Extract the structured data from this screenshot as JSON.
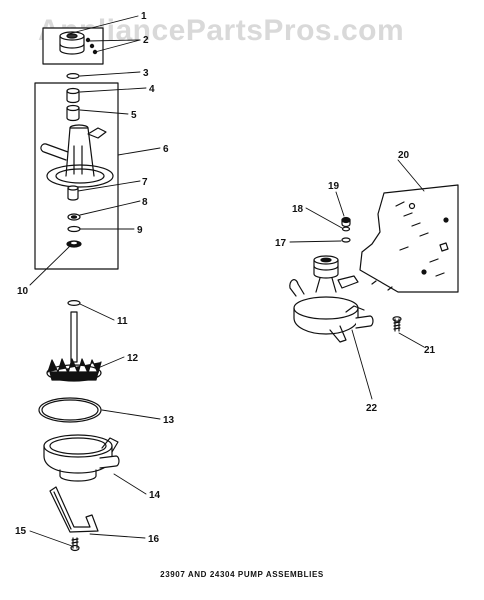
{
  "watermark": "AppliancePartsPros.com",
  "caption": "23907 AND 24304 PUMP ASSEMBLIES",
  "callouts": {
    "c1": "1",
    "c2": "2",
    "c3": "3",
    "c4": "4",
    "c5": "5",
    "c6": "6",
    "c7": "7",
    "c8": "8",
    "c9": "9",
    "c10": "10",
    "c11": "11",
    "c12": "12",
    "c13": "13",
    "c14": "14",
    "c15": "15",
    "c16": "16",
    "c17": "17",
    "c18": "18",
    "c19": "19",
    "c20": "20",
    "c21": "21",
    "c22": "22"
  }
}
